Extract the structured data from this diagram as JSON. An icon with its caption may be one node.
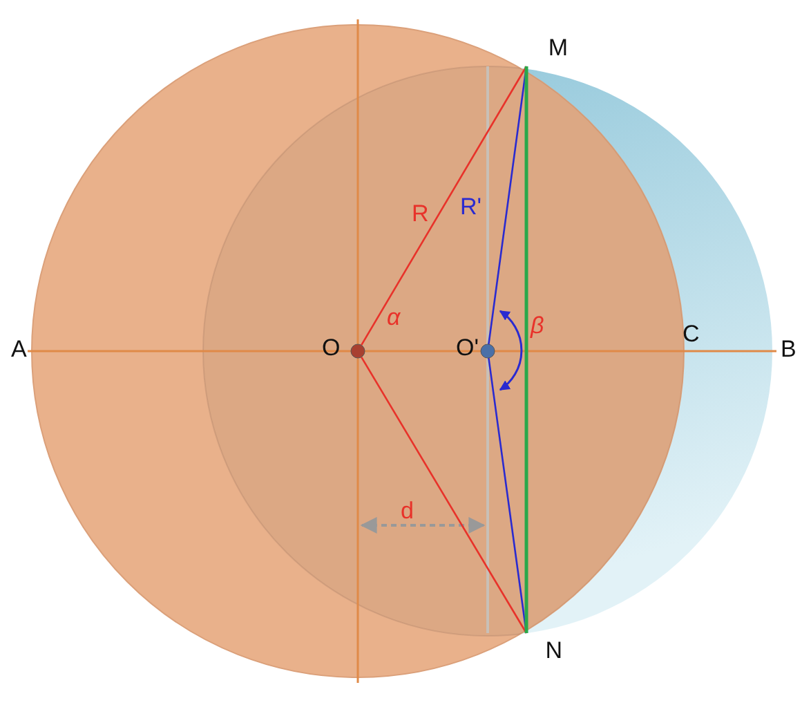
{
  "diagram": {
    "nodes": [
      {
        "text": [],
        "shape": "circle",
        "beside": [
          "O"
        ]
      },
      {
        "text": [],
        "shape": "circle",
        "beside": [
          "O'"
        ]
      },
      {
        "text": [
          "M"
        ]
      },
      {
        "text": [
          "N"
        ]
      }
    ],
    "edges": [
      {
        "from": 0,
        "to": 2,
        "arrow": "none",
        "label": "R",
        "color": "#e8322a"
      },
      {
        "from": 0,
        "to": 3,
        "arrow": "none",
        "color": "#e8322a"
      },
      {
        "from": 1,
        "to": 2,
        "arrow": "none",
        "label": "R'",
        "color": "#2a2ad0"
      },
      {
        "from": 1,
        "to": 3,
        "arrow": "none",
        "color": "#2a2ad0"
      },
      {
        "from": 2,
        "to": 3,
        "arrow": "none",
        "color": "#2aa84a"
      }
    ],
    "labels": [
      "A",
      "C",
      "B",
      "α",
      "β",
      "d"
    ]
  }
}
